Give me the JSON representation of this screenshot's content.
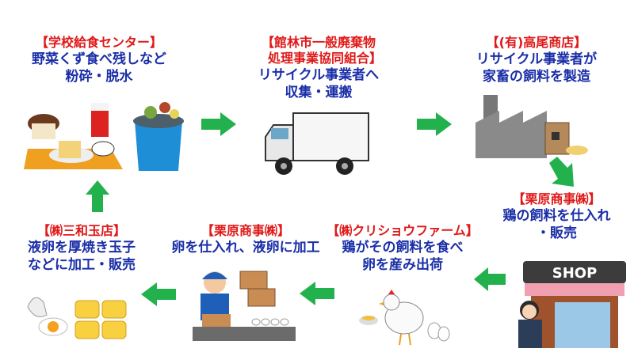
{
  "colors": {
    "title": "#e01818",
    "description": "#1a2ea8",
    "arrow": "#22b14c"
  },
  "steps": [
    {
      "title": "【学校給食センター】",
      "description": "野菜くず食べ残しなど\n粉砕・脱水",
      "icon": "school-lunch-trash-icon"
    },
    {
      "title": "【館林市一般廃棄物\n　処理事業協同組合】",
      "description": "リサイクル事業者へ\n収集・運搬",
      "icon": "truck-icon"
    },
    {
      "title": "【(有)高尾商店】",
      "description": "リサイクル事業者が\n家畜の飼料を製造",
      "icon": "factory-icon"
    },
    {
      "title": "【栗原商事㈱】",
      "description": "鶏の飼料を仕入れ\n・販売",
      "icon": "shop-icon",
      "sign": "SHOP"
    },
    {
      "title": "【㈱クリショウファーム】",
      "description": "鶏がその飼料を食べ\n卵を産み出荷",
      "icon": "chicken-icon"
    },
    {
      "title": "【栗原商事㈱】",
      "description": "卵を仕入れ、液卵に加工",
      "icon": "egg-processing-worker-icon"
    },
    {
      "title": "【㈱三和玉店】",
      "description": "液卵を厚焼き玉子\nなどに加工・販売",
      "icon": "tamagoyaki-icon"
    }
  ]
}
